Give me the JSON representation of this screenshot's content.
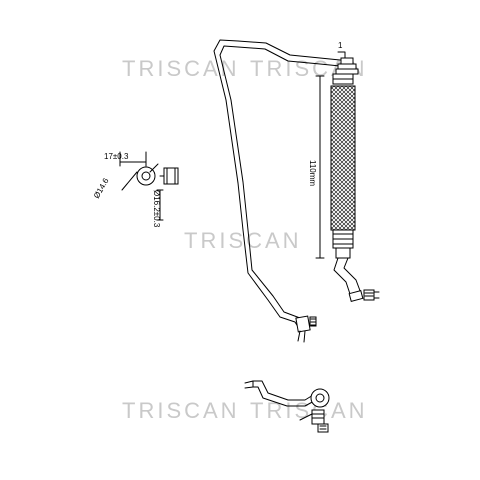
{
  "watermark": {
    "brand": "TRISCAN"
  },
  "dimensions": {
    "width_tol": "17±0.3",
    "hole": "Ø14.6",
    "outer_dia": "Ø16.2±0.3",
    "hose_length": "110mm"
  },
  "colors": {
    "line": "#000000",
    "watermark": "#c9c9c9",
    "background": "#ffffff"
  }
}
